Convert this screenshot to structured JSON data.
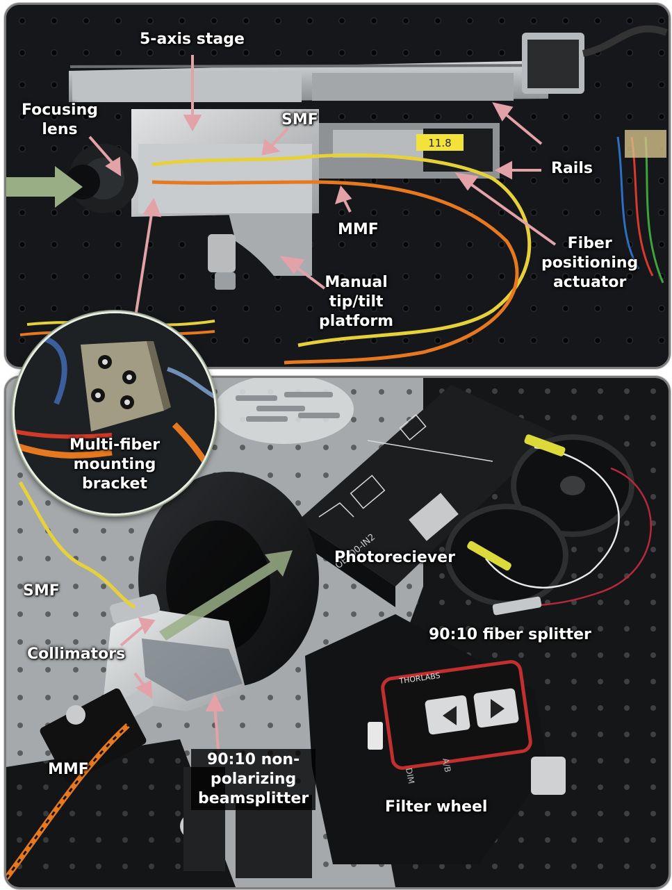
{
  "top_panel": {
    "labels": {
      "stage": "5-axis stage",
      "focusing_lens": "Focusing\nlens",
      "smf": "SMF",
      "rails": "Rails",
      "mmf": "MMF",
      "actuator": "Fiber\npositioning\nactuator",
      "tiptilt": "Manual\ntip/tilt\nplatform"
    },
    "tag_text": "11.8"
  },
  "inset": {
    "label": "Multi-fiber\nmounting\nbracket"
  },
  "bottom_panel": {
    "labels": {
      "photoreceiver": "Photoreciever",
      "smf": "SMF",
      "collimators": "Collimators",
      "splitter": "90:10 fiber splitter",
      "mmf": "MMF",
      "beamsplitter": "90:10 non-\npolarizing\nbeamsplitter",
      "filter_wheel": "Filter wheel"
    },
    "device_text": {
      "model": "OE200-IN2",
      "brand": "THORLABS",
      "dim": "DIM",
      "ab": "A/B"
    }
  },
  "colors": {
    "arrow_pink": "#e3a1a8",
    "beam_green": "#9aae86",
    "label_white": "#ffffff"
  }
}
